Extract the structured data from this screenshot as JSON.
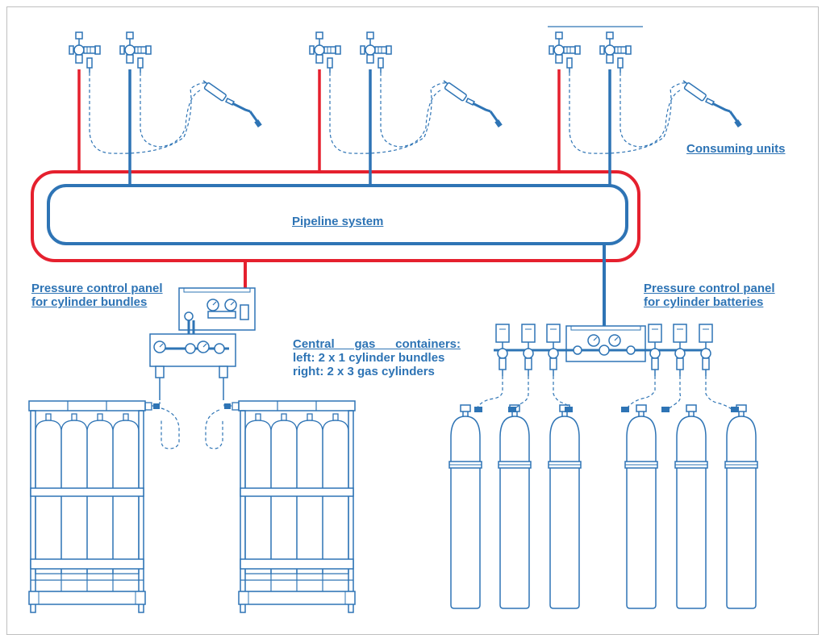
{
  "labels": {
    "consuming_units": "Consuming units",
    "pipeline_system": "Pipeline system",
    "pressure_panel_bundles": [
      "Pressure control panel",
      "for cylinder bundles"
    ],
    "pressure_panel_batteries": [
      "Pressure control panel",
      "for cylinder batteries"
    ],
    "central_gas_title": "Central gas containers:",
    "central_gas_lines": [
      "left: 2 x 1 cylinder bundles",
      "right: 2 x 3 gas cylinders"
    ]
  },
  "colors": {
    "line_blue": "#2e74b5",
    "line_red": "#e5202e",
    "text_blue": "#2e74b5",
    "frame_grey": "#bfbfbf"
  },
  "icons": [
    "valve-icon",
    "welding-torch-icon",
    "pressure-gauge-icon",
    "gas-cylinder-icon",
    "cylinder-bundle-icon"
  ]
}
